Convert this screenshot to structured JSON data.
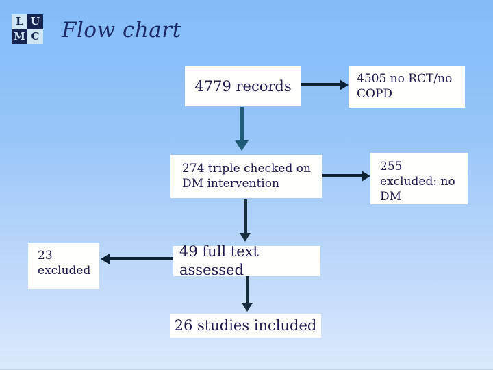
{
  "slide": {
    "title": "Flow chart",
    "logo": {
      "name": "LUMC logo",
      "cells": [
        {
          "letter": "L"
        },
        {
          "letter": "U"
        },
        {
          "letter": "M"
        },
        {
          "letter": "C"
        }
      ]
    }
  },
  "flowchart": {
    "boxes": [
      {
        "id": "records",
        "label": "4779 records"
      },
      {
        "id": "no-rct",
        "label": "4505 no RCT/no COPD"
      },
      {
        "id": "triple-checked",
        "label": "274 triple checked on DM intervention"
      },
      {
        "id": "excluded-no-dm",
        "label": "255 excluded: no DM"
      },
      {
        "id": "excluded-23",
        "label": "23 excluded"
      },
      {
        "id": "full-text",
        "label": "49 full text assessed"
      },
      {
        "id": "included",
        "label": "26 studies included"
      }
    ],
    "edges": [
      {
        "from": "records",
        "to": "no-rct",
        "direction": "right"
      },
      {
        "from": "records",
        "to": "triple-checked",
        "direction": "down"
      },
      {
        "from": "triple-checked",
        "to": "excluded-no-dm",
        "direction": "right"
      },
      {
        "from": "triple-checked",
        "to": "full-text",
        "direction": "down"
      },
      {
        "from": "full-text",
        "to": "excluded-23",
        "direction": "left"
      },
      {
        "from": "full-text",
        "to": "included",
        "direction": "down"
      }
    ]
  },
  "colors": {
    "background_top": "#84bcf8",
    "background_bottom": "#dbe9fc",
    "box_background": "#fefefc",
    "box_text": "#201b4e",
    "title_text": "#1b2a66",
    "arrow_dark_navy": "#0d2335",
    "arrow_teal": "#1f5b76",
    "logo_dark": "#16254f",
    "logo_light": "#cfe6f4"
  }
}
